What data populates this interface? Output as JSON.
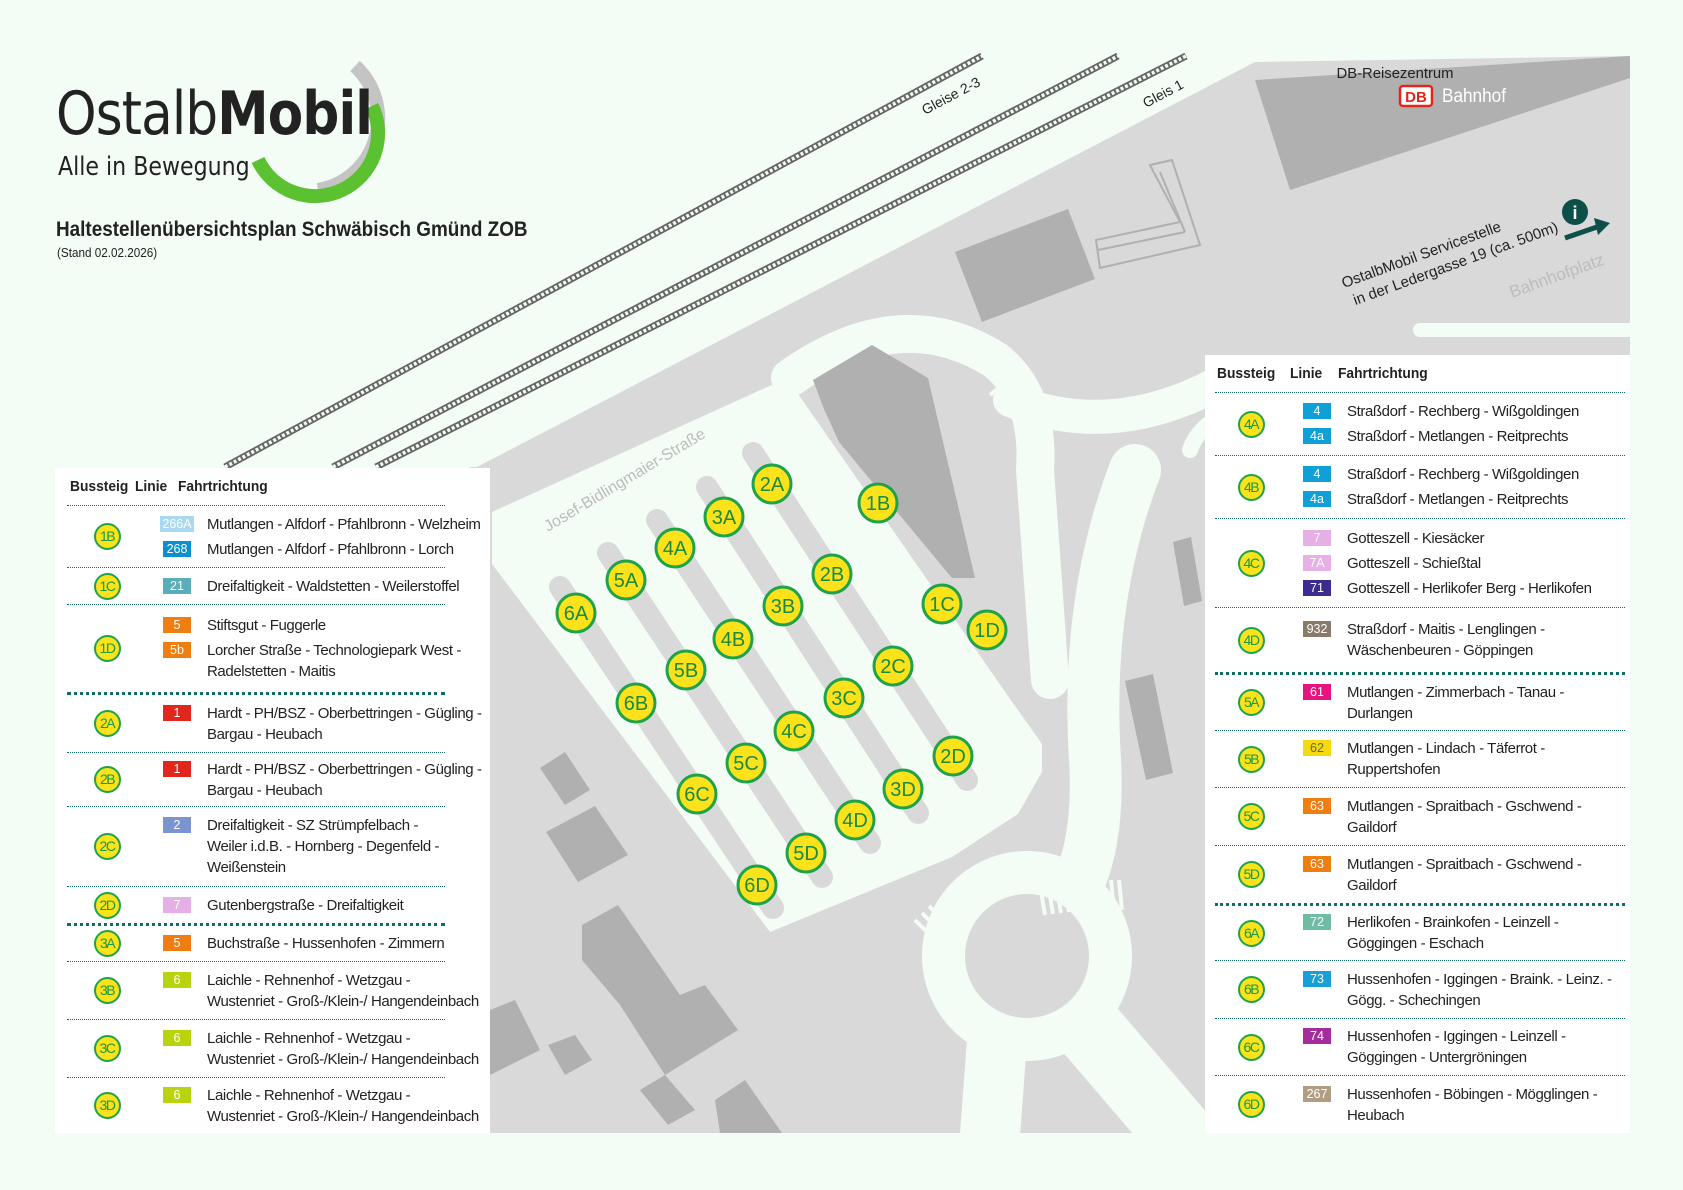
{
  "logo": {
    "brand_thin": "Ostalb",
    "brand_bold": "Mobil",
    "tagline": "Alle in Bewegung"
  },
  "title": "Haltestellenübersichtsplan Schwäbisch Gmünd ZOB",
  "stand": "(Stand 02.02.2026)",
  "map": {
    "tracks_label_1": "Gleise 2-3",
    "tracks_label_2": "Gleis 1",
    "street": "Josef-Bidlingmaier-Straße",
    "square": "Bahnhofplatz",
    "station_title": "DB-Reisezentrum",
    "db_logo": "DB",
    "station_name": "Bahnhof",
    "service_line1": "OstalbMobil Servicestelle",
    "service_line2": "in der Ledergasse 19 (ca. 500m)",
    "info_icon": "i",
    "bays": [
      "1B",
      "1C",
      "1D",
      "2A",
      "2B",
      "2C",
      "2D",
      "3A",
      "3B",
      "3C",
      "3D",
      "4A",
      "4B",
      "4C",
      "4D",
      "5A",
      "5B",
      "5C",
      "5D",
      "6A",
      "6B",
      "6C",
      "6D"
    ]
  },
  "colors": {
    "bay_fill": "#fbe21a",
    "bay_border": "#1ea24a",
    "map_grey": "#d9d9d9",
    "building": "#b0b0b0",
    "background": "#f4fcf6",
    "separator": "#0f6e64"
  },
  "left_table": {
    "headers": {
      "bay": "Bussteig",
      "line": "Linie",
      "direction": "Fahrtrichtung"
    },
    "rows": [
      {
        "bay": "1B",
        "entries": [
          {
            "line": "266A",
            "color": "#a9d8f0",
            "text": "Mutlangen - Alfdorf - Pfahlbronn - Welzheim"
          },
          {
            "line": "268",
            "color": "#0a8fd0",
            "text": "Mutlangen - Alfdorf - Pfahlbronn - Lorch"
          }
        ]
      },
      {
        "bay": "1C",
        "entries": [
          {
            "line": "21",
            "color": "#5aaeb8",
            "text": "Dreifaltigkeit - Waldstetten - Weilerstoffel"
          }
        ]
      },
      {
        "bay": "1D",
        "entries": [
          {
            "line": "5",
            "color": "#f07d0f",
            "text": "Stiftsgut - Fuggerle"
          },
          {
            "line": "5b",
            "color": "#f07d0f",
            "text": "Lorcher Straße - Technologiepark West -\nRadelstetten - Maitis"
          }
        ]
      },
      {
        "bay": "2A",
        "group_start": true,
        "entries": [
          {
            "line": "1",
            "color": "#e2261c",
            "text": "Hardt - PH/BSZ - Oberbettringen - Gügling -\nBargau - Heubach"
          }
        ]
      },
      {
        "bay": "2B",
        "entries": [
          {
            "line": "1",
            "color": "#e2261c",
            "text": "Hardt - PH/BSZ - Oberbettringen - Gügling -\nBargau - Heubach"
          }
        ]
      },
      {
        "bay": "2C",
        "entries": [
          {
            "line": "2",
            "color": "#7b93cf",
            "text": "Dreifaltigkeit - SZ Strümpfelbach -\nWeiler i.d.B. - Hornberg - Degenfeld -\nWeißenstein"
          }
        ]
      },
      {
        "bay": "2D",
        "entries": [
          {
            "line": "7",
            "color": "#e6b0e6",
            "text": "Gutenbergstraße - Dreifaltigkeit"
          }
        ]
      },
      {
        "bay": "3A",
        "group_start": true,
        "entries": [
          {
            "line": "5",
            "color": "#f07d0f",
            "text": "Buchstraße - Hussenhofen - Zimmern"
          }
        ]
      },
      {
        "bay": "3B",
        "entries": [
          {
            "line": "6",
            "color": "#b9d30f",
            "text": "Laichle - Rehnenhof - Wetzgau -\nWustenriet - Groß-/Klein-/ Hangendeinbach"
          }
        ]
      },
      {
        "bay": "3C",
        "entries": [
          {
            "line": "6",
            "color": "#b9d30f",
            "text": "Laichle - Rehnenhof - Wetzgau -\nWustenriet - Groß-/Klein-/ Hangendeinbach"
          }
        ]
      },
      {
        "bay": "3D",
        "entries": [
          {
            "line": "6",
            "color": "#b9d30f",
            "text": "Laichle - Rehnenhof - Wetzgau -\nWustenriet - Groß-/Klein-/ Hangendeinbach"
          }
        ]
      }
    ]
  },
  "right_table": {
    "headers": {
      "bay": "Bussteig",
      "line": "Linie",
      "direction": "Fahrtrichtung"
    },
    "rows": [
      {
        "bay": "4A",
        "entries": [
          {
            "line": "4",
            "color": "#0ea0d6",
            "text": "Straßdorf - Rechberg - Wißgoldingen"
          },
          {
            "line": "4a",
            "color": "#0ea0d6",
            "text": "Straßdorf - Metlangen - Reitprechts"
          }
        ]
      },
      {
        "bay": "4B",
        "entries": [
          {
            "line": "4",
            "color": "#0ea0d6",
            "text": "Straßdorf - Rechberg - Wißgoldingen"
          },
          {
            "line": "4a",
            "color": "#0ea0d6",
            "text": "Straßdorf - Metlangen - Reitprechts"
          }
        ]
      },
      {
        "bay": "4C",
        "entries": [
          {
            "line": "7",
            "color": "#e6b0e6",
            "text": "Gotteszell - Kiesäcker"
          },
          {
            "line": "7A",
            "color": "#e6b0e6",
            "text": "Gotteszell - Schießtal"
          },
          {
            "line": "71",
            "color": "#3b2c8f",
            "text": "Gotteszell - Herlikofer Berg - Herlikofen"
          }
        ]
      },
      {
        "bay": "4D",
        "entries": [
          {
            "line": "932",
            "color": "#8a7a6a",
            "text": "Straßdorf - Maitis - Lenglingen -\nWäschenbeuren - Göppingen"
          }
        ]
      },
      {
        "bay": "5A",
        "group_start": true,
        "entries": [
          {
            "line": "61",
            "color": "#e5147e",
            "text": "Mutlangen - Zimmerbach - Tanau -\nDurlangen"
          }
        ]
      },
      {
        "bay": "5B",
        "entries": [
          {
            "line": "62",
            "color": "#f6d90f",
            "text_color": "#6a6a30",
            "text": "Mutlangen - Lindach - Täferrot -\nRuppertshofen"
          }
        ]
      },
      {
        "bay": "5C",
        "entries": [
          {
            "line": "63",
            "color": "#f07d0f",
            "text": "Mutlangen - Spraitbach - Gschwend -\nGaildorf"
          }
        ]
      },
      {
        "bay": "5D",
        "entries": [
          {
            "line": "63",
            "color": "#f07d0f",
            "text": "Mutlangen - Spraitbach - Gschwend -\nGaildorf"
          }
        ]
      },
      {
        "bay": "6A",
        "group_start": true,
        "entries": [
          {
            "line": "72",
            "color": "#6fbca5",
            "text": "Herlikofen - Brainkofen - Leinzell -\nGöggingen - Eschach"
          }
        ]
      },
      {
        "bay": "6B",
        "entries": [
          {
            "line": "73",
            "color": "#17a0d8",
            "text": "Hussenhofen - Iggingen - Braink. - Leinz. -\nGögg. - Schechingen"
          }
        ]
      },
      {
        "bay": "6C",
        "entries": [
          {
            "line": "74",
            "color": "#a52c9c",
            "text": "Hussenhofen - Iggingen - Leinzell -\nGöggingen - Untergröningen"
          }
        ]
      },
      {
        "bay": "6D",
        "entries": [
          {
            "line": "267",
            "color": "#b19d83",
            "text": "Hussenhofen - Böbingen - Mögglingen -\nHeubach"
          }
        ]
      }
    ]
  }
}
